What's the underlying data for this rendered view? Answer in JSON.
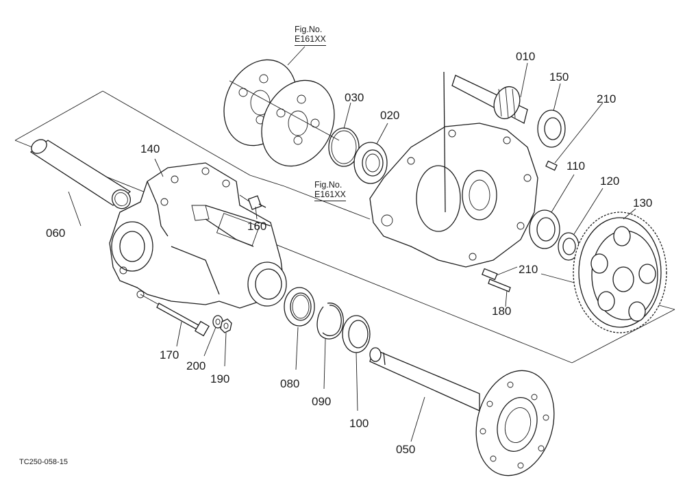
{
  "figure_refs": [
    {
      "id": "ref-top",
      "line1": "Fig.No.",
      "line2": "E161XX"
    },
    {
      "id": "ref-mid",
      "line1": "Fig.No.",
      "line2": "E161XX"
    }
  ],
  "part_labels": {
    "p010": "010",
    "p020": "020",
    "p030": "030",
    "p050": "050",
    "p060": "060",
    "p080": "080",
    "p090": "090",
    "p100": "100",
    "p110": "110",
    "p120": "120",
    "p130": "130",
    "p140": "140",
    "p150": "150",
    "p160": "160",
    "p170": "170",
    "p180": "180",
    "p190": "190",
    "p200": "200",
    "p210a": "210",
    "p210b": "210"
  },
  "catalog_code": "TC250-058-15"
}
